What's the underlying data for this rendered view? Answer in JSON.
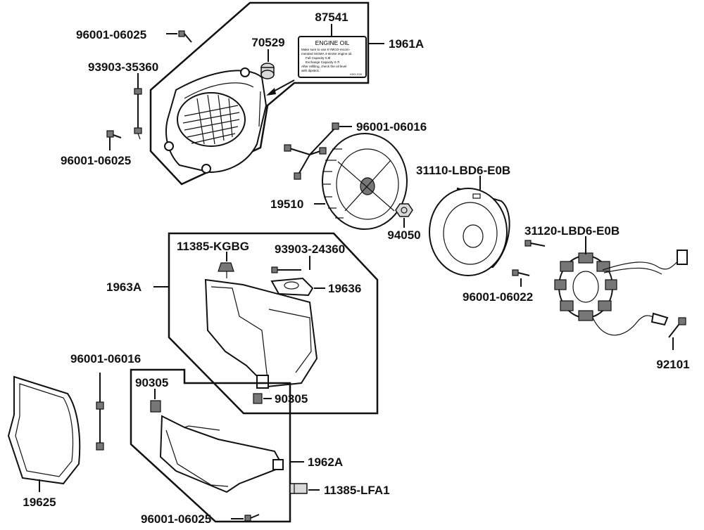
{
  "parts": {
    "p96001_06025_top": "96001-06025",
    "p93903_35360": "93903-35360",
    "p96001_06025_left": "96001-06025",
    "p70529": "70529",
    "p87541": "87541",
    "p1961A": "1961A",
    "p96001_06016_top": "96001-06016",
    "p19510": "19510",
    "p31110": "31110-LBD6-E0B",
    "p94050": "94050",
    "p31120": "31120-LBD6-E0B",
    "p96001_06022": "96001-06022",
    "p92101": "92101",
    "p11385_KGBG": "11385-KGBG",
    "p93903_24360": "93903-24360",
    "p1963A": "1963A",
    "p19636": "19636",
    "p90305_mid": "90305",
    "p96001_06016_bottom": "96001-06016",
    "p90305_low": "90305",
    "p19625": "19625",
    "p1962A": "1962A",
    "p11385_LFA1": "11385-LFA1",
    "p96001_06025_bottom": "96001-06025"
  },
  "oil_label": {
    "title": "ENGINE OIL",
    "line1": "Make sure to use KYMCO-recom-",
    "line2": "mended SIGMA 4-stroke engine oil.",
    "line3": "Full Capacity          0.8l",
    "line4": "Exchange Capacity    0.7l",
    "line5": "After refilling, check the oil level",
    "line6": "with dipstick.",
    "code": "K0G-C00"
  }
}
